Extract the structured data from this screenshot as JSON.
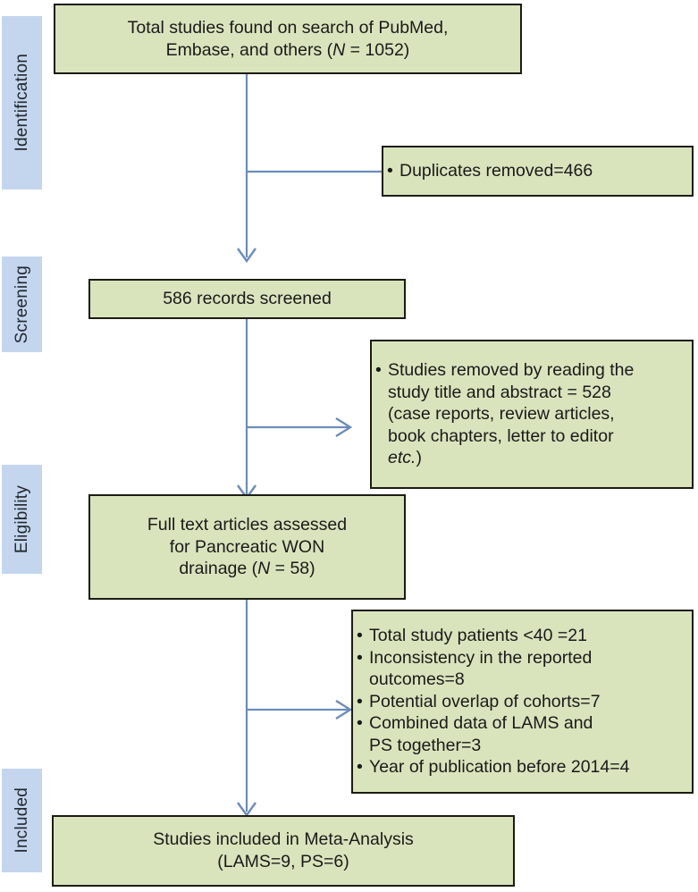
{
  "figure": {
    "type": "prisma-flow-diagram",
    "title": "PRISMA study selection flow diagram",
    "colors": {
      "box_fill": "#d9e4bc",
      "box_border": "#1c1c12",
      "stage_tab_fill": "#c3d6ee",
      "connector": "#6b8cba",
      "background": "#ffffff",
      "text": "#1a1a1a"
    }
  },
  "stages": [
    {
      "id": "identification",
      "label": "Identification"
    },
    {
      "id": "screening",
      "label": "Screening"
    },
    {
      "id": "eligibility",
      "label": "Eligibility"
    },
    {
      "id": "included",
      "label": "Included"
    }
  ],
  "nodes": {
    "identified": {
      "id": "identified-records",
      "lines": [
        {
          "text": "Total studies found on search of PubMed,"
        },
        {
          "pre": "Embase, and others (",
          "italic": "N",
          "post": " = 1052)"
        }
      ],
      "count": 1052
    },
    "duplicates": {
      "id": "duplicates-removed",
      "bullets": [
        {
          "lines": [
            "Duplicates removed=466"
          ]
        }
      ],
      "count": 466
    },
    "screened": {
      "id": "records-screened",
      "lines": [
        {
          "text": "586 records screened"
        }
      ],
      "count": 586
    },
    "excluded_screening": {
      "id": "studies-removed-title-abstract",
      "bullets": [
        {
          "lines": [
            "Studies removed by reading the",
            "study title and abstract = 528",
            "(case reports, review articles,",
            "book chapters, letter to editor"
          ],
          "italic_tail": "etc.",
          "tail_after": ")"
        }
      ],
      "count": 528
    },
    "fulltext": {
      "id": "full-text-assessed",
      "lines": [
        {
          "text": "Full text articles assessed"
        },
        {
          "text": "for Pancreatic WON"
        },
        {
          "pre": "drainage (",
          "italic": "N",
          "post": " = 58)"
        }
      ],
      "count": 58
    },
    "excluded_eligibility": {
      "id": "full-text-excluded",
      "bullets": [
        {
          "lines": [
            "Total study patients <40 =21"
          ]
        },
        {
          "lines": [
            "Inconsistency in the reported",
            "outcomes=8"
          ]
        },
        {
          "lines": [
            "Potential overlap of cohorts=7"
          ]
        },
        {
          "lines": [
            "Combined data of LAMS and",
            "PS together=3"
          ]
        },
        {
          "lines": [
            "Year of publication before 2014=4"
          ]
        }
      ],
      "counts": [
        21,
        8,
        7,
        3,
        4
      ]
    },
    "included": {
      "id": "studies-included",
      "lines": [
        {
          "text": "Studies included in Meta-Analysis"
        },
        {
          "text": "(LAMS=9, PS=6)"
        }
      ],
      "counts": {
        "LAMS": 9,
        "PS": 6
      }
    }
  }
}
